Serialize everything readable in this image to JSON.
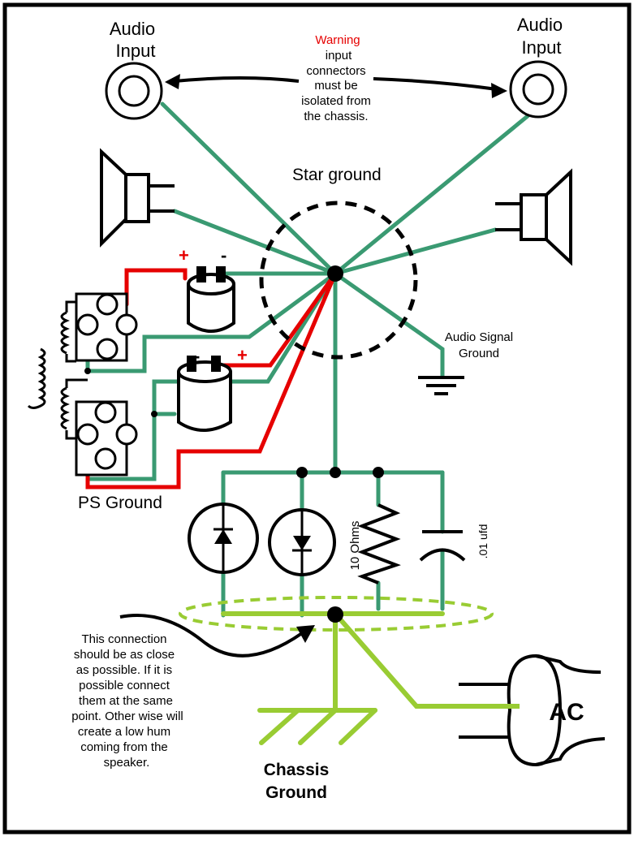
{
  "labels": {
    "audio_input_left_1": "Audio",
    "audio_input_left_2": "Input",
    "audio_input_right_1": "Audio",
    "audio_input_right_2": "Input",
    "warning_title": "Warning",
    "warning_lines": [
      "input",
      "connectors",
      "must be",
      "isolated from",
      "the chassis."
    ],
    "star_ground": "Star ground",
    "audio_signal_ground_1": "Audio Signal",
    "audio_signal_ground_2": "Ground",
    "ps_ground": "PS Ground",
    "resistor_label": "10 Ohms",
    "capacitor_label": ".01 ufd",
    "note_lines": [
      "This connection",
      "should be as close",
      "as possible. If it is",
      "possible connect",
      "them at the same",
      "point. Other wise will",
      "create a low hum",
      "coming from the",
      "speaker."
    ],
    "chassis_ground_1": "Chassis",
    "chassis_ground_2": "Ground",
    "ac_label": "AC",
    "plus_1": "+",
    "minus_1": "-",
    "minus_2": "-",
    "plus_2": "+"
  },
  "colors": {
    "ground_wire": "#3a9a72",
    "chassis_wire": "#99cc33",
    "positive_wire": "#e60000",
    "warning_text": "#e60000",
    "outline": "#000000"
  }
}
